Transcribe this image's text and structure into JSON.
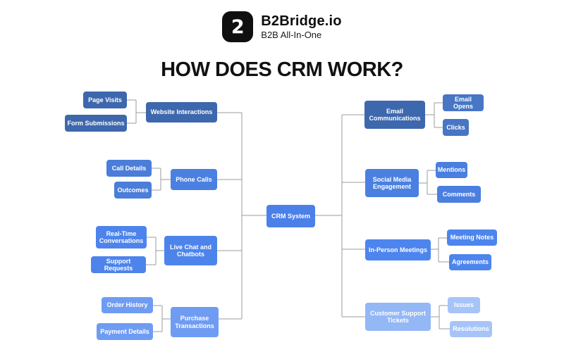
{
  "header": {
    "brand": "B2Bridge.io",
    "tagline": "B2B All-In-One",
    "logo_glyph": "2",
    "logo_bg": "#101010"
  },
  "title": "HOW DOES CRM WORK?",
  "line_color": "#9b9b9b",
  "nodes": {
    "crm_system": {
      "label": "CRM System",
      "color": "#4b80e8"
    },
    "website_interactions": {
      "label": "Website Interactions",
      "color": "#3e68ad"
    },
    "page_visits": {
      "label": "Page Visits",
      "color": "#3e68ad"
    },
    "form_submissions": {
      "label": "Form Submissions",
      "color": "#3e68ad"
    },
    "phone_calls": {
      "label": "Phone Calls",
      "color": "#4a80e2"
    },
    "call_details": {
      "label": "Call Details",
      "color": "#4b7dd9"
    },
    "outcomes": {
      "label": "Outcomes",
      "color": "#4b7dd9"
    },
    "live_chat_and_chatbots": {
      "label": "Live Chat and Chatbots",
      "color": "#4d84ec"
    },
    "real_time_conversations": {
      "label": "Real-Time Conversations",
      "color": "#4d84ec"
    },
    "support_requests": {
      "label": "Support Requests",
      "color": "#4d84ec"
    },
    "purchase_transactions": {
      "label": "Purchase Transactions",
      "color": "#6f9cf3"
    },
    "order_history": {
      "label": "Order History",
      "color": "#6f9cf3"
    },
    "payment_details": {
      "label": "Payment Details",
      "color": "#6f9cf3"
    },
    "email_communications": {
      "label": "Email Communications",
      "color": "#3e68ad"
    },
    "email_opens": {
      "label": "Email Opens",
      "color": "#4776c4"
    },
    "clicks": {
      "label": "Clicks",
      "color": "#4776c4"
    },
    "social_media_engagement": {
      "label": "Social Media Engagement",
      "color": "#4a80e2"
    },
    "mentions": {
      "label": "Mentions",
      "color": "#4a7fe0"
    },
    "comments": {
      "label": "Comments",
      "color": "#4a7fe0"
    },
    "in_person_meetings": {
      "label": "In-Person Meetings",
      "color": "#4d85ee"
    },
    "meeting_notes": {
      "label": "Meeting Notes",
      "color": "#4d85ee"
    },
    "agreements": {
      "label": "Agreements",
      "color": "#4d85ee"
    },
    "customer_support_tickets": {
      "label": "Customer Support Tickets",
      "color": "#94b7f6"
    },
    "issues": {
      "label": "Issues",
      "color": "#a7c4f9"
    },
    "resolutions": {
      "label": "Resolutions",
      "color": "#a7c4f9"
    }
  }
}
